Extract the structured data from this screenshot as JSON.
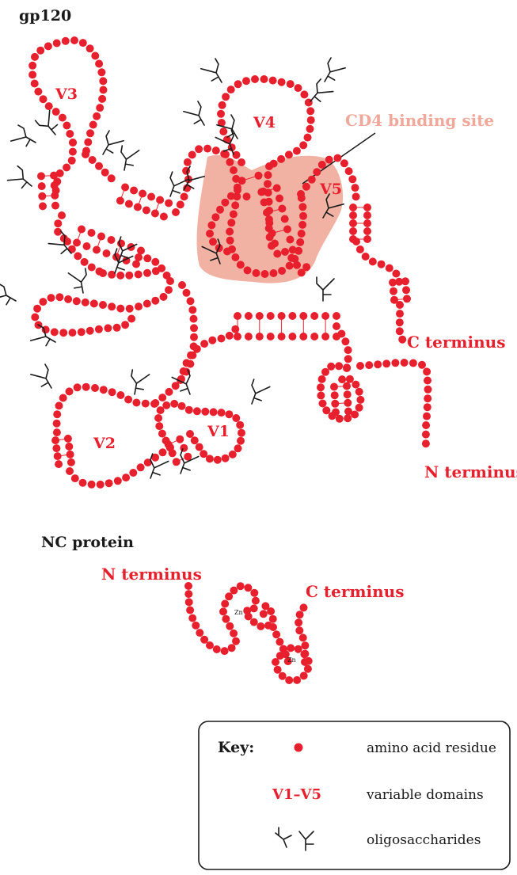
{
  "colors": {
    "residue": "#e8202e",
    "binding_site": "#ef9f8c",
    "binding_site_label": "#f0a89a",
    "sugar": "#1a1a1a"
  },
  "gp120": {
    "title": "gp120",
    "domains": [
      "V1",
      "V2",
      "V3",
      "V4",
      "V5"
    ],
    "binding_site_label": "CD4 binding site",
    "c_terminus": "C terminus",
    "n_terminus": "N terminus"
  },
  "nc": {
    "title": "NC protein",
    "n_terminus": "N terminus",
    "c_terminus": "C terminus",
    "zinc": [
      "Zn",
      "Zn"
    ]
  },
  "key": {
    "title": "Key:",
    "items": [
      {
        "symbol": "dot",
        "label": "amino acid residue"
      },
      {
        "symbol": "V1–V5",
        "label": "variable domains"
      },
      {
        "symbol": "oligosaccharide-icon",
        "label": "oligosaccharides"
      }
    ]
  }
}
